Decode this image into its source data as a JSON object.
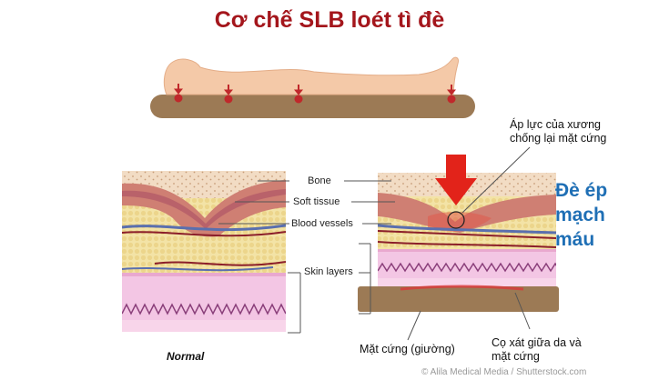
{
  "title": "Cơ chế SLB loét tì đè",
  "labels": {
    "bone": "Bone",
    "soft_tissue": "Soft tissue",
    "blood_vessels": "Blood vessels",
    "skin_layers": "Skin layers",
    "normal": "Normal"
  },
  "annotations": {
    "pressure_line1": "Áp lực của xương",
    "pressure_line2": "chống lại mặt cứng",
    "compress_line1": "Đè ép",
    "compress_line2": "mạch",
    "compress_line3": "máu",
    "hard_surface": "Mặt cứng (giường)",
    "friction_line1": "Cọ xát giữa da và",
    "friction_line2": "mặt cứng"
  },
  "credit": "© Alila Medical Media / Shutterstock.com",
  "colors": {
    "title": "#a4161c",
    "emphasis": "#1f6fb5",
    "arrow": "#e2231a",
    "bed": "#9c7a55",
    "body": "#f4c9a8",
    "skin": "#f3c6e4"
  }
}
